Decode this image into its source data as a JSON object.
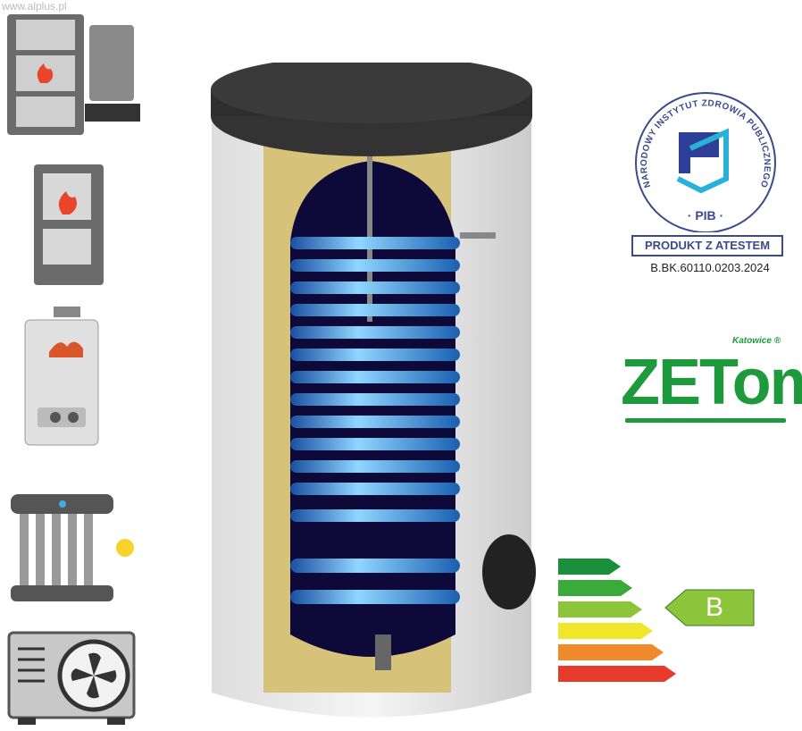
{
  "watermark": "www.alplus.pl",
  "certificate": {
    "ring_text": "NARODOWY INSTYTUT ZDROWIA PUBLICZNEGO",
    "logo": "PZH",
    "pib": "· PIB ·",
    "label": "PRODUKT Z ATESTEM",
    "code": "B.BK.60110.0203.2024"
  },
  "brand": {
    "name": "ZETom",
    "city": "Katowice",
    "mark": "®"
  },
  "energy": {
    "class": "B",
    "colors": [
      "#1a8f3c",
      "#3aaa3a",
      "#8cc43a",
      "#f0e62a",
      "#f08a2a",
      "#e63a2a"
    ],
    "arrow_color": "#8cc43a"
  },
  "icons": [
    "solid-fuel-boiler-icon",
    "fireplace-icon",
    "gas-boiler-icon",
    "solar-collector-icon",
    "heat-pump-icon"
  ]
}
